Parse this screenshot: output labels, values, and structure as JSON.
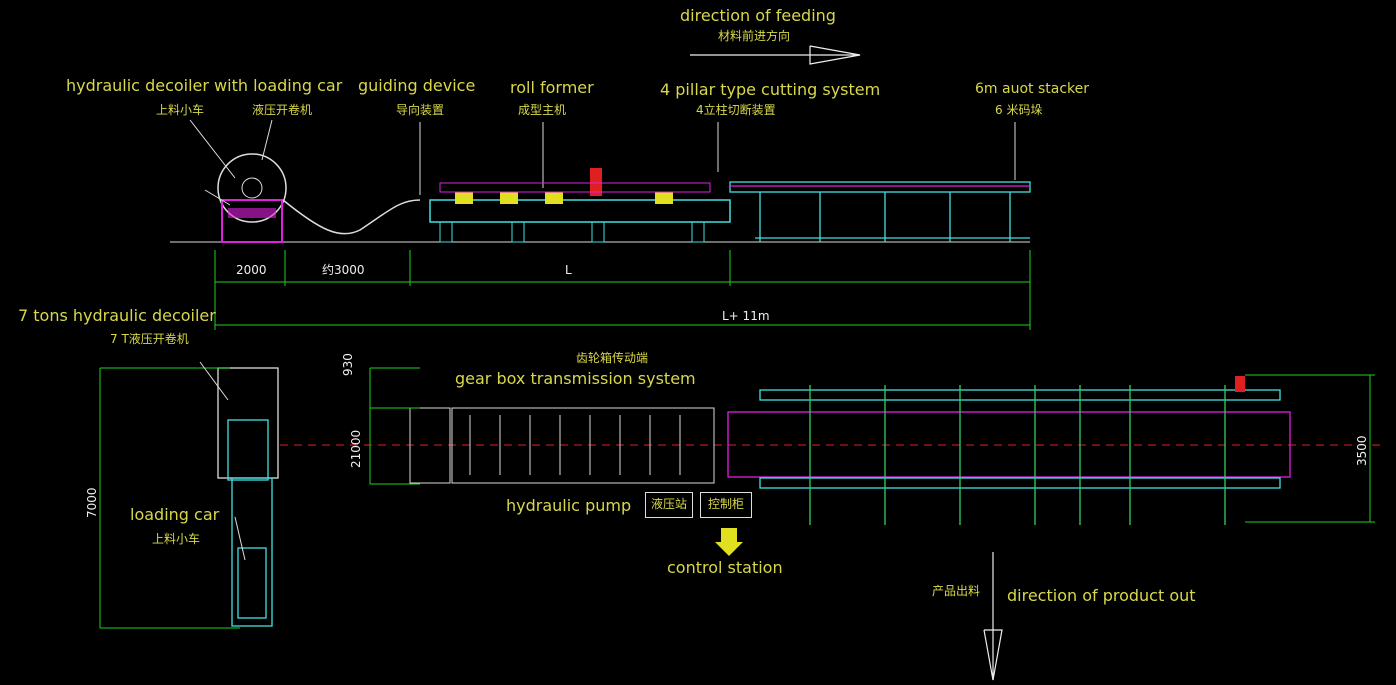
{
  "labels": {
    "direction_feeding": "direction of feeding",
    "direction_feeding_cn": "材料前进方向",
    "decoiler_car": "hydraulic decoiler with loading car",
    "loading_car_cn": "上料小车",
    "decoiler_cn": "液压开卷机",
    "guiding_device": "guiding device",
    "guiding_device_cn": "导向装置",
    "roll_former": "roll former",
    "roll_former_cn": "成型主机",
    "cutting_system": "4 pillar type cutting system",
    "cutting_system_cn": "4立柱切断装置",
    "auto_stacker": "6m auot stacker",
    "auto_stacker_cn": "6 米码垛",
    "hydraulic_decoiler_7t": "7 tons hydraulic decoiler",
    "hydraulic_decoiler_7t_cn": "7 T液压开卷机",
    "gear_box_cn": "齿轮箱传动端",
    "gear_box": "gear box transmission system",
    "loading_car": "loading car",
    "loading_car_cn2": "上料小车",
    "hydraulic_pump": "hydraulic pump",
    "hydraulic_station_cn": "液压站",
    "control_cabinet_cn": "控制柜",
    "control_station": "control station",
    "product_out_cn": "产品出料",
    "product_out": "direction of product out"
  },
  "dimensions": {
    "d2000": "2000",
    "d3000": "约3000",
    "dL": "L",
    "dL11": "L+ 11m",
    "d930": "930",
    "d21000": "21000",
    "d7000": "7000",
    "d3500": "3500"
  },
  "colors": {
    "label": "#d8d84a",
    "frame_cyan": "#40e0e0",
    "magenta": "#e020e0",
    "green": "#30d060",
    "dim_line": "#20d020",
    "red": "#e02020"
  }
}
